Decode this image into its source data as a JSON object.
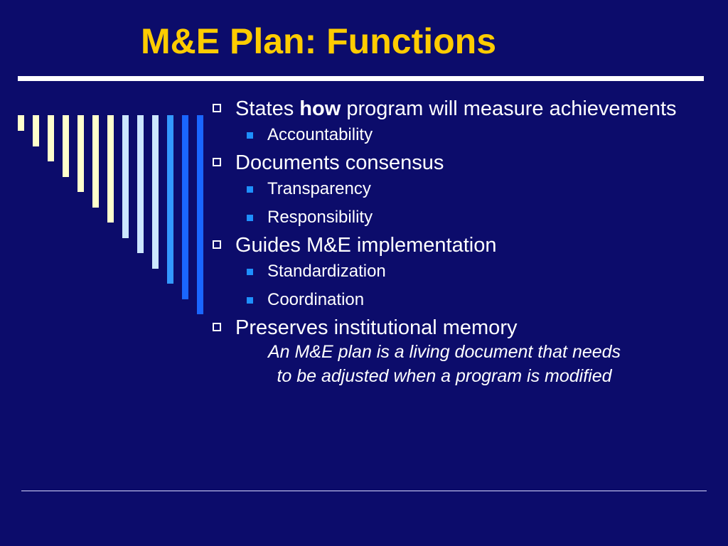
{
  "slide": {
    "title": "M&E Plan: Functions"
  },
  "decoration": {
    "bar_colors": [
      "#ffffcc",
      "#ffffcc",
      "#ffffcc",
      "#ffffcc",
      "#ffffcc",
      "#ffffcc",
      "#ffffcc",
      "#cce6ff",
      "#cce6ff",
      "#cce6ff",
      "#3399ff",
      "#1a66ff",
      "#1a66ff"
    ]
  },
  "bullets": [
    {
      "pre": "States ",
      "bold": "how",
      "post": " program will measure achievements",
      "sub": [
        "Accountability"
      ]
    },
    {
      "text": "Documents consensus",
      "sub": [
        "Transparency",
        "Responsibility"
      ]
    },
    {
      "text": "Guides M&E implementation",
      "sub": [
        "Standardization",
        "Coordination"
      ]
    },
    {
      "text": "Preserves institutional memory",
      "sub": []
    }
  ],
  "note": {
    "line1": "An M&E plan is a living document that needs",
    "line2": "to be adjusted when a program is modified"
  }
}
